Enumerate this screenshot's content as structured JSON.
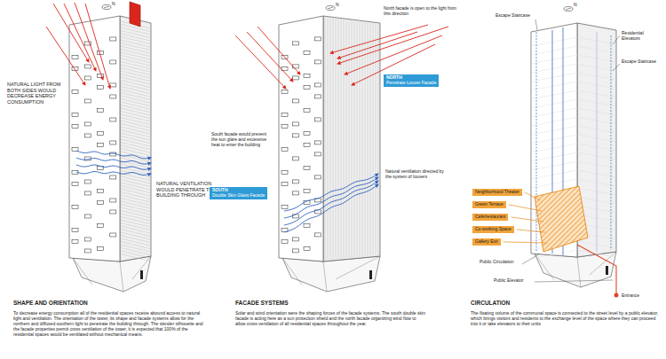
{
  "diagram": {
    "nodes": [
      {
        "text": [
          "NORTH",
          "Penetrate Louver Facade"
        ]
      },
      {
        "text": [
          "SOUTH",
          "Double Skin Glass Facade"
        ]
      },
      {
        "text": [
          "Neighborhood Theater"
        ]
      },
      {
        "text": [
          "Green Terrace"
        ]
      },
      {
        "text": [
          "Café/restaurant"
        ]
      },
      {
        "text": [
          "Co-working Space"
        ]
      },
      {
        "text": [
          "Gallery Exit"
        ]
      }
    ],
    "labels": [
      "N",
      "NATURAL LIGHT FROM BOTH SIDES WOULD DECREASE ENERGY CONSUMPTION",
      "NATURAL VENTILATION WOULD PENETRATE THE BUILDING THROUGH",
      "SHAPE AND ORIENTATION",
      "To decrease energy consumption all of the residential spaces receive abound access to natural light and ventilation. The orientation of the tower, its shape and facade systems allow for the northern and diffused southern light to penetrate the building through. The slender silhouette and the facade properties permit cross ventilation of the tower, it is expected that 100% of the residential spaces would be ventilated without mechanical means.",
      "N",
      "North facade is open to the light from this direction",
      "South facade would prevent the sun glare and excessive heat to enter the building",
      "Natural ventilation directed by the system of louvers",
      "FACADE SYSTEMS",
      "Solar and wind orientation were the shaping forces of the facade systems. The south double skin facade is acting here as a sun protection shield and the north facade organizing wind flow to allow cross ventilation of all residential spaces throughout the year.",
      "N",
      "Escape Staircase",
      "Residential Elevators",
      "Escape Staircase",
      "Public Circulation",
      "Public Elevator",
      "Entrance",
      "CIRCULATION",
      "The floating volume of the communal space is connected to the street level by a public elevator, which brings visitors and residents to the exchange level of the space where they can proceed into it or take elevators to their units"
    ]
  }
}
